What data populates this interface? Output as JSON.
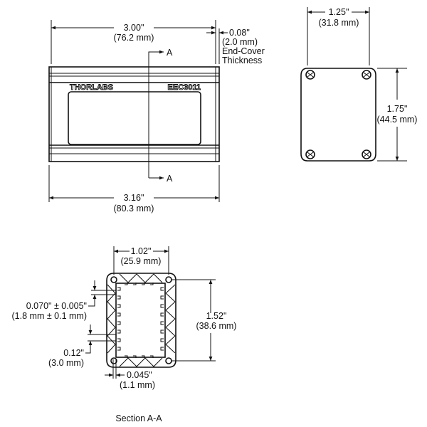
{
  "front_view": {
    "width_top": "3.00\"",
    "width_top_mm": "(76.2 mm)",
    "end_cover": "0.08\"",
    "end_cover_mm": "(2.0 mm)",
    "end_cover_label1": "End-Cover",
    "end_cover_label2": "Thickness",
    "width_bottom": "3.16\"",
    "width_bottom_mm": "(80.3 mm)",
    "brand": "THORLABS",
    "model": "EEC3011",
    "section_marker": "A"
  },
  "side_view": {
    "width": "1.25\"",
    "width_mm": "(31.8 mm)",
    "height": "1.75\"",
    "height_mm": "(44.5 mm)"
  },
  "section_view": {
    "width": "1.02\"",
    "width_mm": "(25.9 mm)",
    "height": "1.52\"",
    "height_mm": "(38.6 mm)",
    "tol": "0.070\" ± 0.005\"",
    "tol_mm": "(1.8 mm ± 0.1 mm)",
    "pitch": "0.12\"",
    "pitch_mm": "(3.0 mm)",
    "wall": "0.045\"",
    "wall_mm": "(1.1 mm)",
    "title": "Section A-A"
  }
}
